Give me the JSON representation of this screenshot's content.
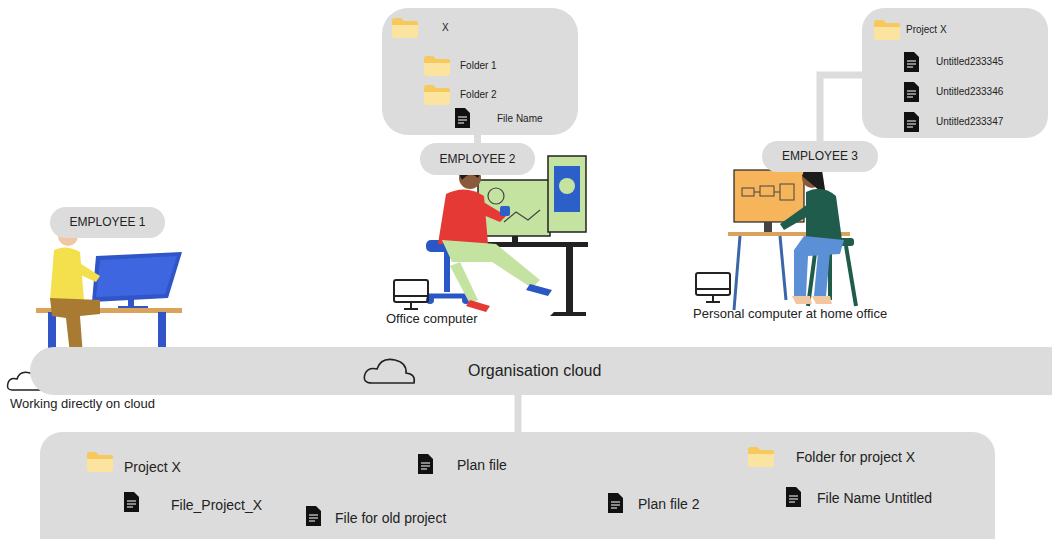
{
  "diagram": {
    "nodes": [
      {
        "text": [
          "X",
          "Folder 1",
          "Folder 2",
          "File Name"
        ]
      },
      {
        "text": [
          "EMPLOYEE 2"
        ]
      },
      {
        "text": [
          "Project X",
          "Untitled233345",
          "Untitled233346",
          "Untitled233347"
        ]
      },
      {
        "text": [
          "EMPLOYEE 3"
        ]
      },
      {
        "text": [
          "EMPLOYEE 1"
        ]
      },
      {
        "text": [
          "Organisation cloud"
        ]
      },
      {
        "text": [
          "Project X",
          "Plan file",
          "Folder for project X",
          "File_Project_X",
          "File for old project",
          "Plan file 2",
          "File Name Untitled"
        ]
      }
    ],
    "edges": [
      {
        "from": 0,
        "to": 1,
        "arrow": "none"
      },
      {
        "from": 2,
        "to": 3,
        "arrow": "none"
      },
      {
        "from": 5,
        "to": 6,
        "arrow": "none"
      }
    ],
    "labels": [
      "Office computer",
      "Personal computer at home office",
      "Working directly on cloud"
    ]
  }
}
